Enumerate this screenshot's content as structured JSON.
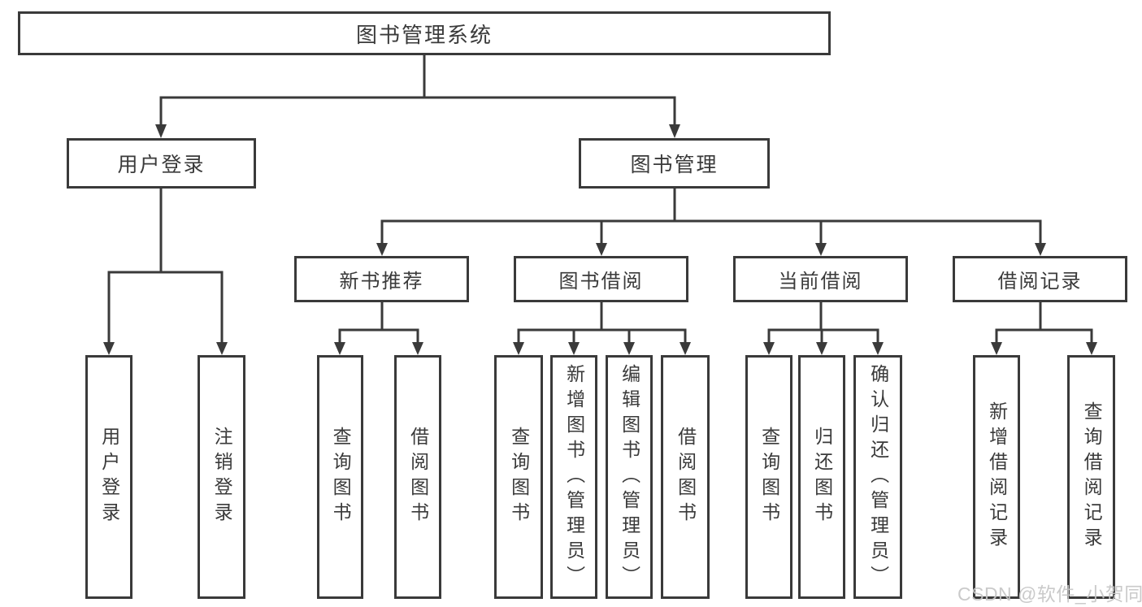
{
  "nodes": {
    "root": "图书管理系统",
    "level2": [
      "用户登录",
      "图书管理"
    ],
    "level3": [
      "新书推荐",
      "图书借阅",
      "当前借阅",
      "借阅记录"
    ],
    "leaves": {
      "user_login": [
        "用户登录",
        "注销登录"
      ],
      "new_book_recommend": [
        "查询图书",
        "借阅图书"
      ],
      "book_borrow": [
        "查询图书",
        "新增图书（管理员）",
        "编辑图书（管理员）",
        "借阅图书"
      ],
      "current_borrow": [
        "查询图书",
        "归还图书",
        "确认归还（管理员）"
      ],
      "borrow_records": [
        "新增借阅记录",
        "查询借阅记录"
      ]
    }
  },
  "watermark": {
    "text": "CSDN @软件_小贺同学"
  },
  "colors": {
    "line": "#3a3a3a",
    "text": "#3a3a3a",
    "background": "#ffffff",
    "watermark": "#c6c6c6"
  }
}
